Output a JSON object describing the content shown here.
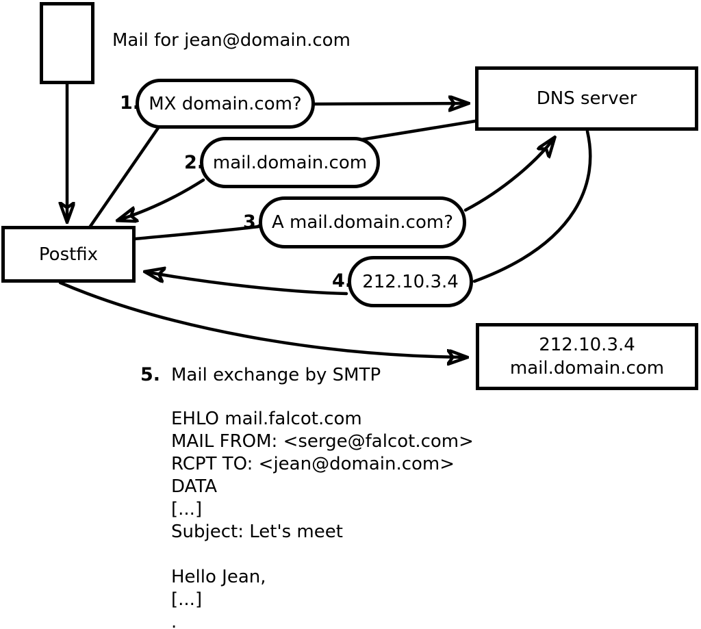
{
  "title": "Mail for jean@domain.com",
  "nodes": {
    "postfix": "Postfix",
    "dns": "DNS server",
    "mailserver_line1": "212.10.3.4",
    "mailserver_line2": "mail.domain.com"
  },
  "steps": [
    {
      "num": "1.",
      "label": "MX domain.com?"
    },
    {
      "num": "2.",
      "label": "mail.domain.com"
    },
    {
      "num": "3.",
      "label": "A mail.domain.com?"
    },
    {
      "num": "4.",
      "label": "212.10.3.4"
    },
    {
      "num": "5.",
      "label": "Mail exchange by SMTP"
    }
  ],
  "smtp": {
    "lines": [
      "EHLO mail.falcot.com",
      "MAIL FROM: <serge@falcot.com>",
      "RCPT TO: <jean@domain.com>",
      "DATA",
      "[...]",
      "Subject: Let's meet",
      "",
      "Hello Jean,",
      "[...]",
      "."
    ]
  },
  "colors": {
    "ink": "#000000",
    "background": "#ffffff"
  }
}
